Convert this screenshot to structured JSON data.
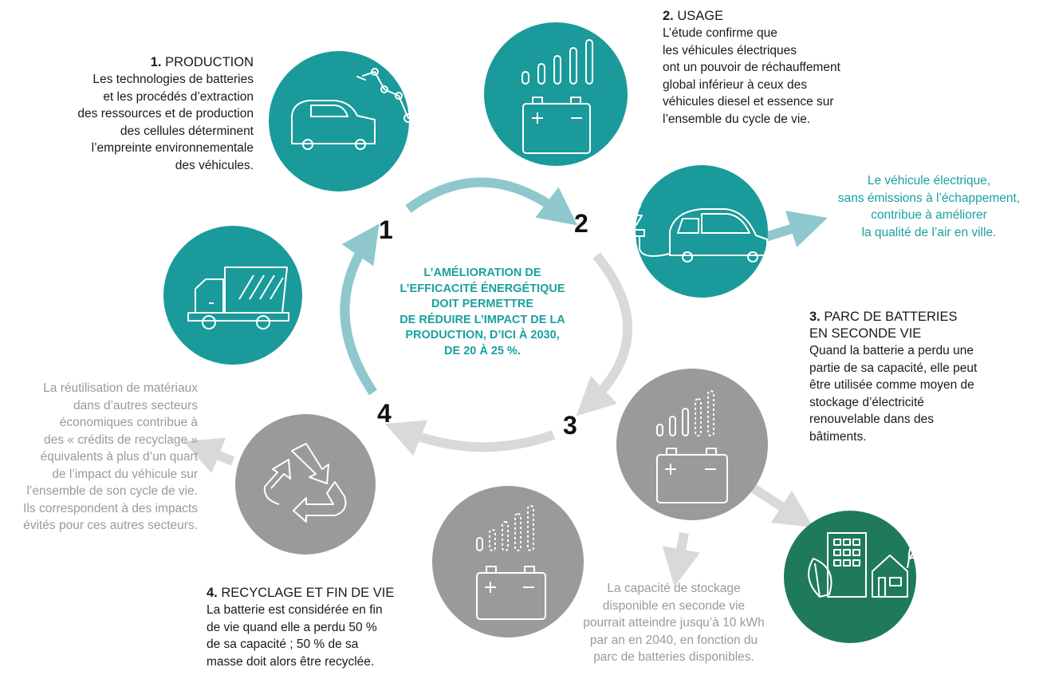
{
  "center": {
    "lines": [
      "L’AMÉLIORATION DE",
      "L’EFFICACITÉ ÉNERGÉTIQUE",
      "DOIT PERMETTRE",
      "DE RÉDUIRE L’IMPACT DE LA",
      "PRODUCTION, D’ICI À 2030,",
      "DE 20 À 25 %."
    ]
  },
  "steps": {
    "n1": "1",
    "n2": "2",
    "n3": "3",
    "n4": "4"
  },
  "production": {
    "num": "1.",
    "title": "PRODUCTION",
    "lines": [
      "Les technologies de batteries",
      "et les procédés d’extraction",
      "des ressources et de production",
      "des cellules déterminent",
      "l’empreinte environnementale",
      "des véhicules."
    ]
  },
  "usage": {
    "num": "2.",
    "title": "USAGE",
    "lines": [
      "L’étude confirme que",
      "les véhicules électriques",
      "ont un pouvoir de réchauffement",
      "global inférieur à ceux des",
      "véhicules diesel et essence sur",
      "l’ensemble du cycle de vie."
    ]
  },
  "air_note": {
    "lines": [
      "Le véhicule électrique,",
      "sans émissions à l’échappement,",
      "contribue à améliorer",
      "la qualité de l’air en ville."
    ]
  },
  "second_life": {
    "num": "3.",
    "title_lines": [
      "PARC DE BATTERIES",
      "EN SECONDE VIE"
    ],
    "lines": [
      "Quand la batterie a perdu une",
      "partie de sa capacité, elle peut",
      "être utilisée comme moyen de",
      "stockage d’électricité",
      "renouvelable dans des",
      "bâtiments."
    ]
  },
  "storage_note": {
    "lines": [
      "La capacité de stockage",
      "disponible en seconde vie",
      "pourrait atteindre jusqu’à 10 kWh",
      "par an en 2040, en fonction du",
      "parc de batteries disponibles."
    ]
  },
  "reuse_note": {
    "lines": [
      "La réutilisation de matériaux",
      "dans d’autres secteurs",
      "économiques contribue à",
      "des « crédits de recyclage »",
      "équivalents à plus d’un quart",
      "de l’impact du véhicule sur",
      "l’ensemble de son cycle de vie.",
      "Ils correspondent à des impacts",
      "évités pour ces autres secteurs."
    ]
  },
  "recycling": {
    "num": "4.",
    "title": "RECYCLAGE ET FIN DE VIE",
    "lines": [
      "La batterie est considérée en fin",
      "de vie quand elle a perdu 50 %",
      "de sa capacité ; 50 % de sa",
      "masse doit alors être recyclée."
    ]
  },
  "colors": {
    "teal": "#1a9a9a",
    "teal_light": "#8ec8cc",
    "grey": "#9a9a9a",
    "grey_light": "#d9d9d9",
    "green": "#1f7a5a"
  },
  "icons": [
    "car-factory-icon",
    "battery-charge-icon",
    "electric-car-icon",
    "truck-icon",
    "recycle-icon",
    "battery-partial-icon",
    "battery-low-icon",
    "building-house-icon"
  ]
}
